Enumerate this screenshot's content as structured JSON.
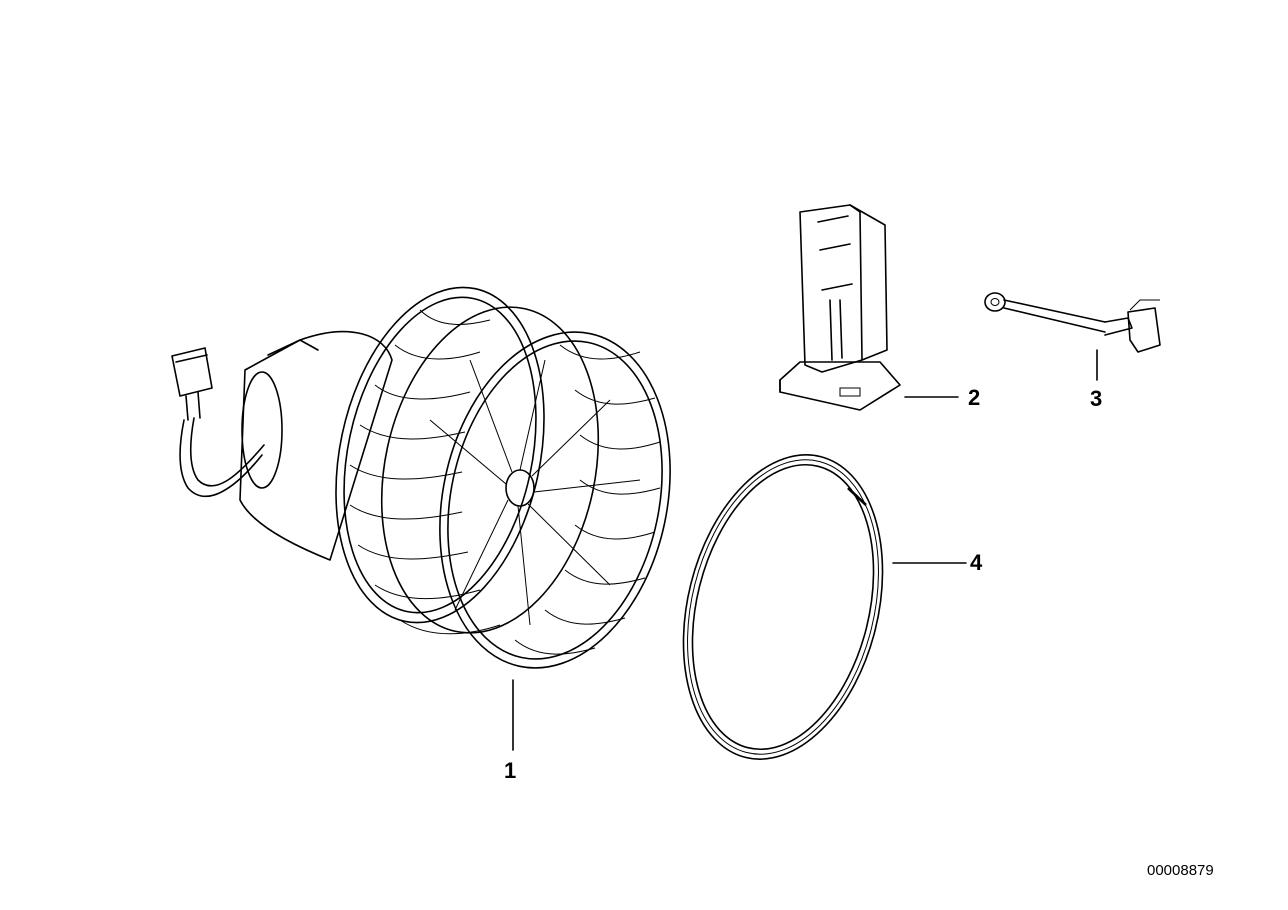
{
  "diagram": {
    "callouts": [
      {
        "id": "1",
        "label": "1"
      },
      {
        "id": "2",
        "label": "2"
      },
      {
        "id": "3",
        "label": "3"
      },
      {
        "id": "4",
        "label": "4"
      }
    ],
    "reference_number": "00008879"
  }
}
